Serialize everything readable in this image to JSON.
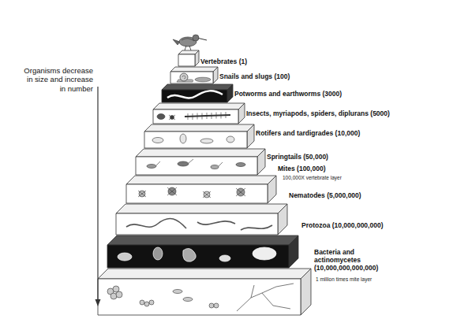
{
  "diagram": {
    "nodes": [
      {
        "text": [
          "Vertebrates (1)"
        ]
      },
      {
        "text": [
          "Snails and slugs (100)"
        ]
      },
      {
        "text": [
          "Potworms and earthworms (3000)"
        ]
      },
      {
        "text": [
          "Insects, myriapods, spiders, diplurans (5000)"
        ]
      },
      {
        "text": [
          "Rotifers and tardigrades (10,000)"
        ]
      },
      {
        "text": [
          "Springtails (50,000)"
        ]
      },
      {
        "text": [
          "Mites (100,000)",
          "100,000X vertebrate layer"
        ]
      },
      {
        "text": [
          "Nematodes (5,000,000)"
        ]
      },
      {
        "text": [
          "Protozoa (10,000,000,000)"
        ]
      },
      {
        "text": [
          "Bacteria and actinomycetes (10,000,000,000,000)",
          "1 million times mite layer"
        ]
      }
    ],
    "labels": [
      "Organisms decrease in size and increase in number"
    ]
  }
}
